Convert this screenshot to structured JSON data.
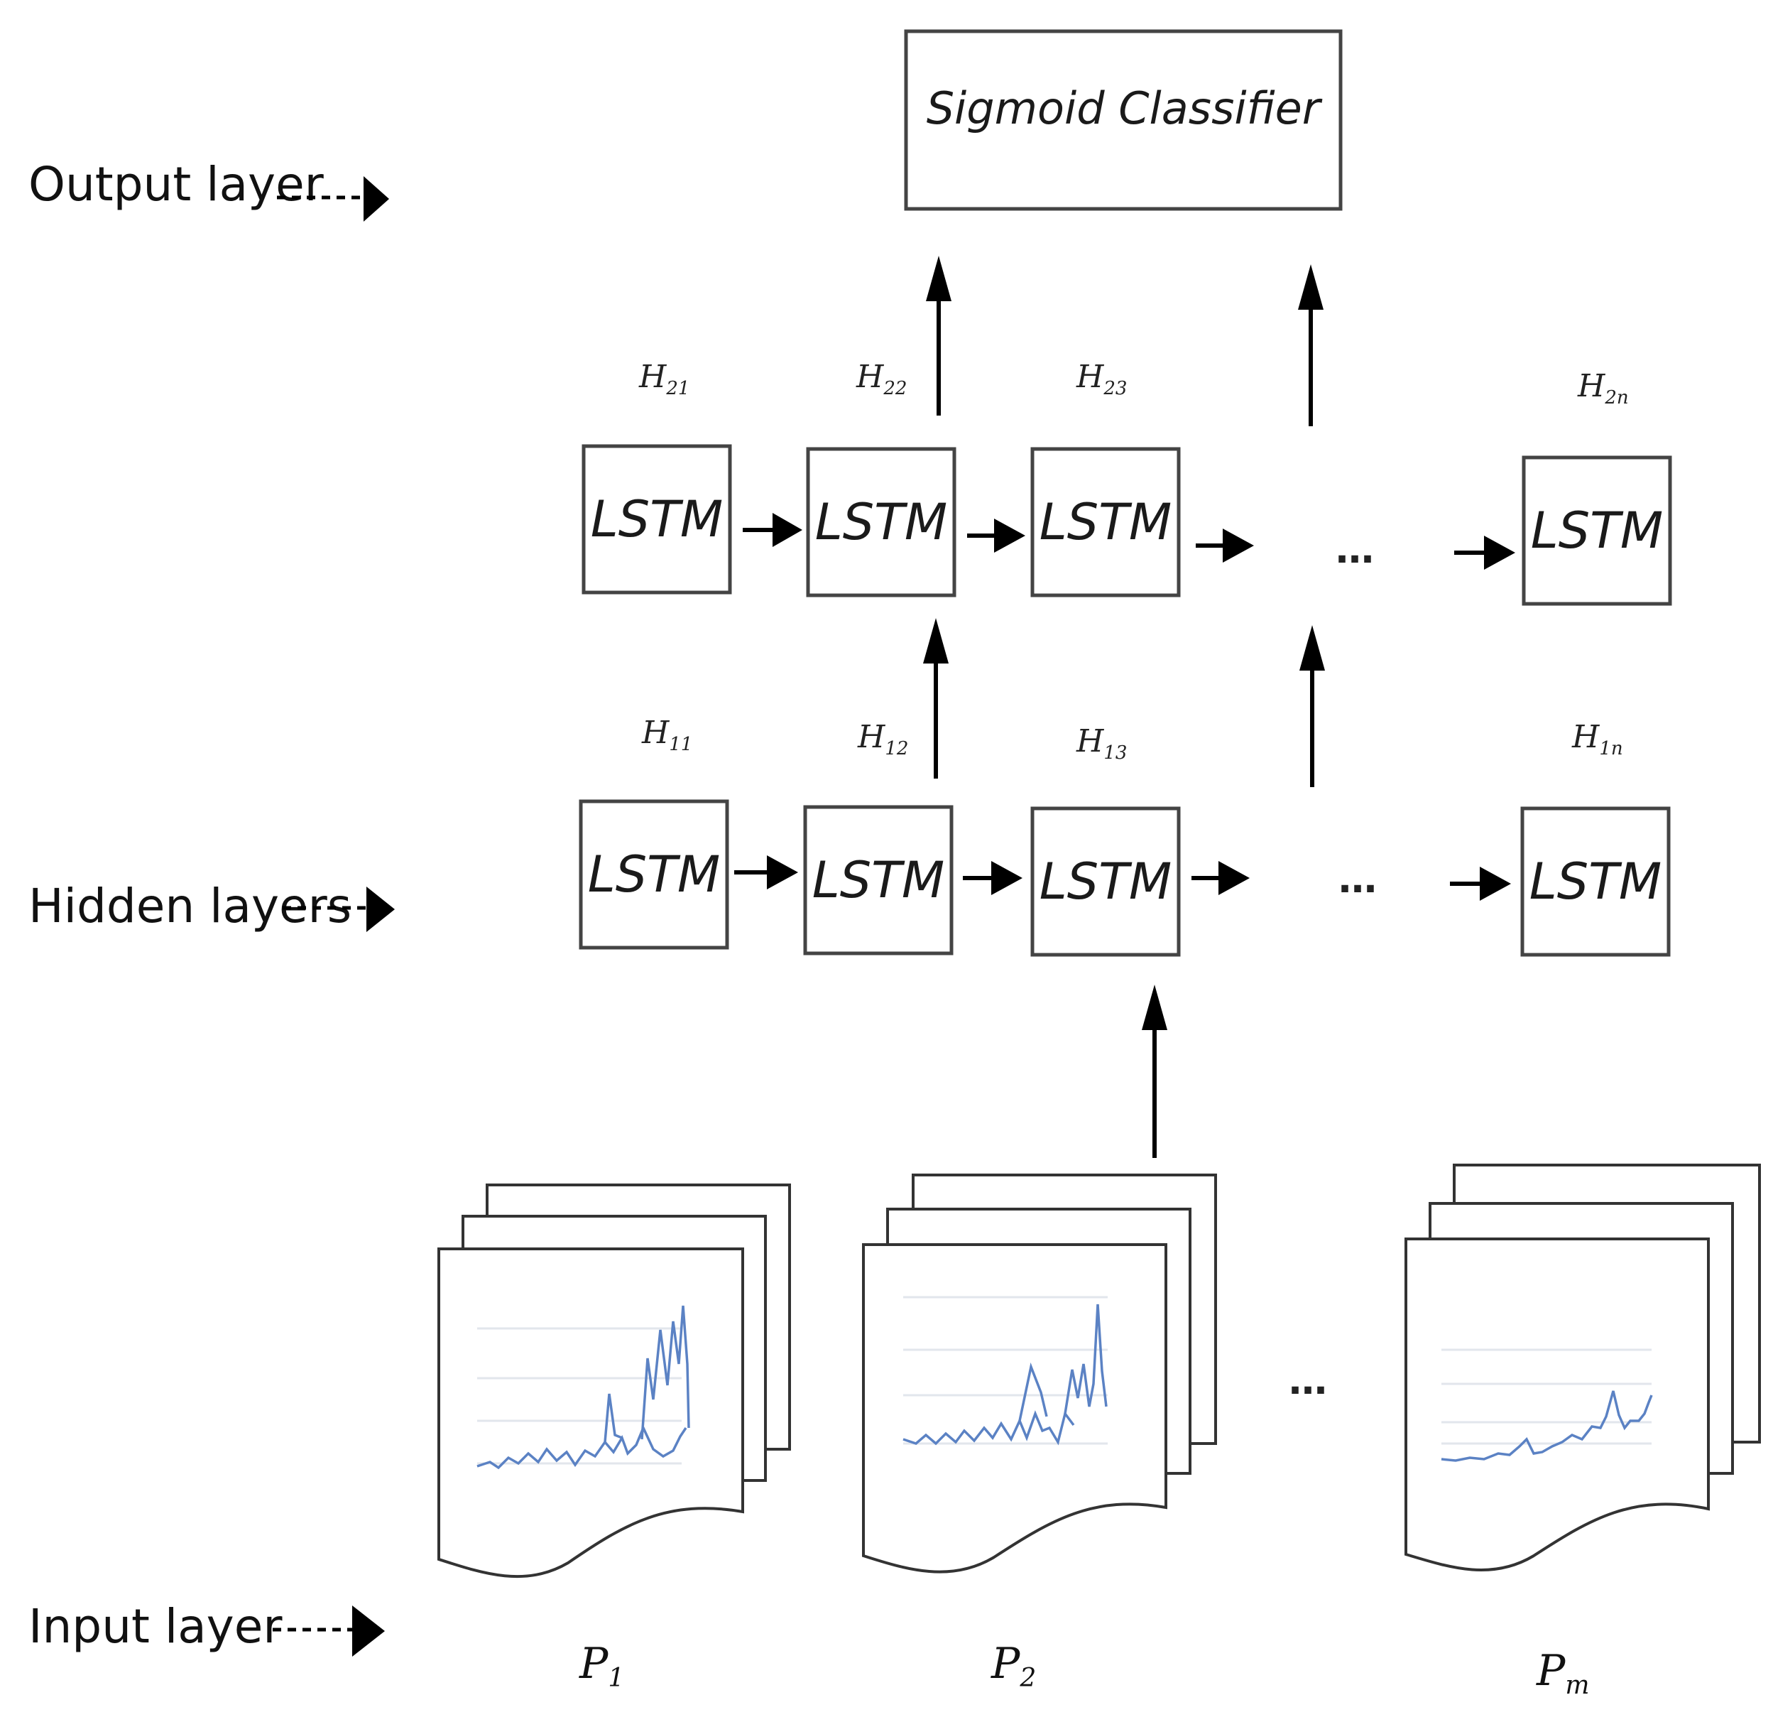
{
  "layers": {
    "output": "Output layer",
    "hidden": "Hidden layers",
    "input": "Input layer"
  },
  "classifier": "Sigmoid Classifier",
  "cell_label": "LSTM",
  "ellipsis": "…",
  "layer2": {
    "hidden_states": [
      {
        "base": "H",
        "sub": "21"
      },
      {
        "base": "H",
        "sub": "22"
      },
      {
        "base": "H",
        "sub": "23"
      },
      {
        "base": "H",
        "sub": "2n"
      }
    ]
  },
  "layer1": {
    "hidden_states": [
      {
        "base": "H",
        "sub": "11"
      },
      {
        "base": "H",
        "sub": "12"
      },
      {
        "base": "H",
        "sub": "13"
      },
      {
        "base": "H",
        "sub": "1n"
      }
    ]
  },
  "inputs": [
    {
      "base": "P",
      "sub": "1"
    },
    {
      "base": "P",
      "sub": "2"
    },
    {
      "base": "P",
      "sub": "m"
    }
  ],
  "colors": {
    "series": "#5b82c4",
    "grid": "#e2e6ec",
    "stroke": "#444444"
  }
}
